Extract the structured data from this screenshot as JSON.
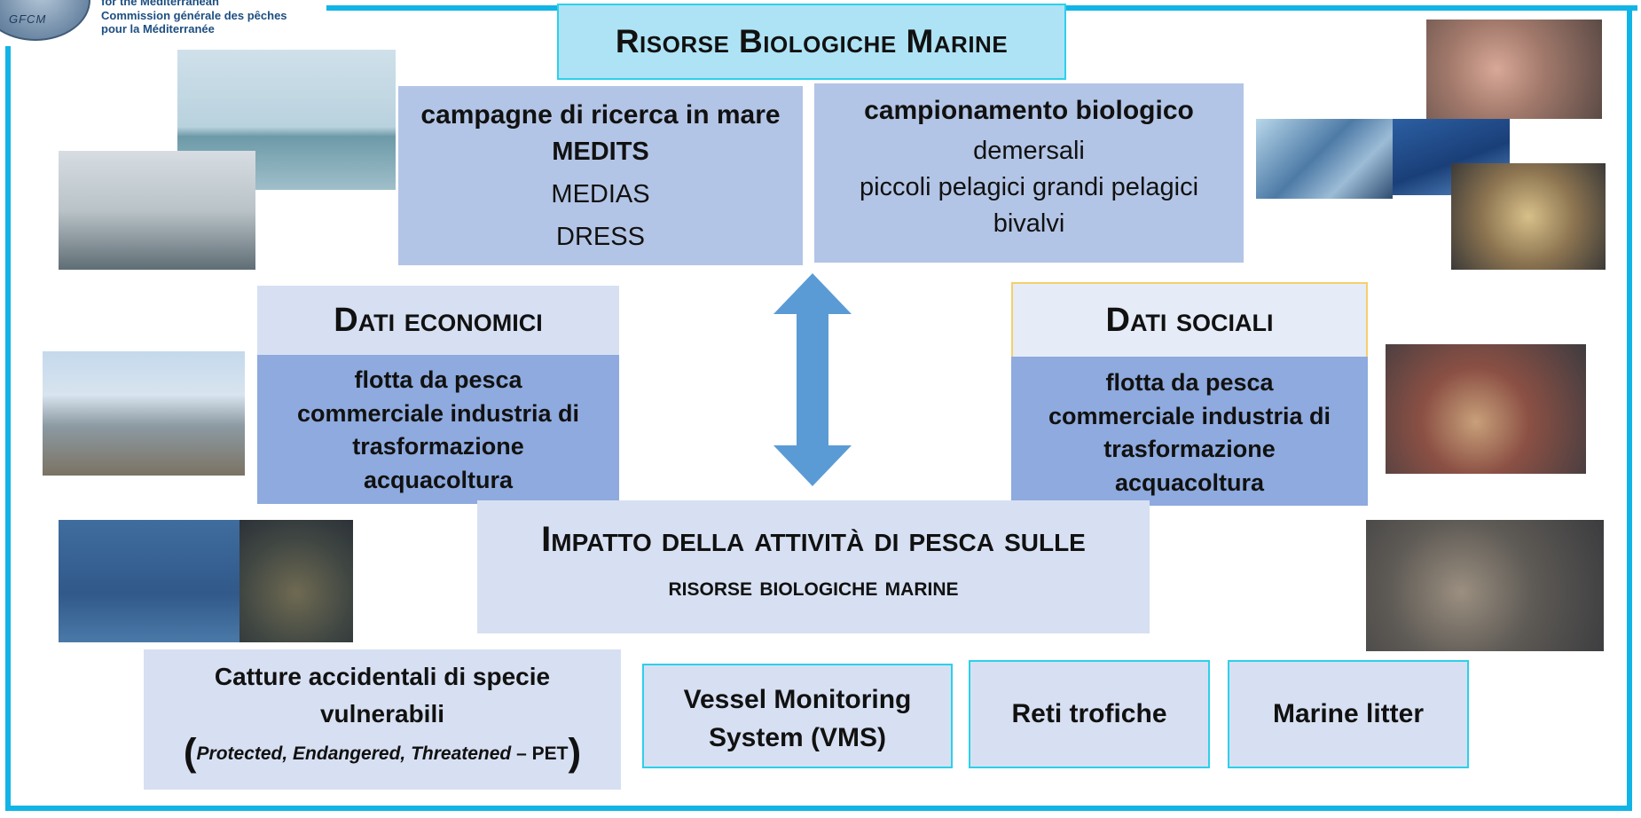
{
  "logo": {
    "emblem_text": "GFCM",
    "lines": [
      "for the Mediterranean",
      "Commission générale des pêches",
      "pour la Méditerranée"
    ]
  },
  "title": "Risorse Biologiche Marine",
  "research": {
    "heading": "campagne di ricerca in mare",
    "items": [
      "MEDITS",
      "MEDIAS",
      "DRESS"
    ]
  },
  "sampling": {
    "heading": "campionamento  biologico",
    "items": [
      "demersali",
      "piccoli pelagici grandi pelagici",
      "bivalvi"
    ]
  },
  "economic": {
    "heading": "Dati economici",
    "lines": [
      "flotta da pesca",
      "commerciale industria di",
      "trasformazione",
      "acquacoltura"
    ]
  },
  "social": {
    "heading": "Dati sociali",
    "lines": [
      "flotta da pesca",
      "commerciale industria di",
      "trasformazione",
      "acquacoltura"
    ]
  },
  "impact": {
    "line1": "Impatto della attività di pesca sulle",
    "line2": "risorse biologiche marine"
  },
  "bottom": {
    "bycatch_line1": "Catture accidentali di specie",
    "bycatch_line2": "vulnerabili",
    "pet_open": "(",
    "pet_italic": "Protected, Endangered, Threatened",
    "pet_rest": " – PET",
    "pet_close": ")",
    "vms_line1": "Vessel Monitoring",
    "vms_line2": "System (VMS)",
    "food_webs": "Reti trofiche",
    "litter": "Marine litter"
  },
  "colors": {
    "frame": "#12b4e6",
    "title_bg": "#aee3f5",
    "light_box": "#d7e0f2",
    "mid_box": "#b3c5e6",
    "dark_box": "#8eaade",
    "arrow": "#5b9bd5"
  }
}
